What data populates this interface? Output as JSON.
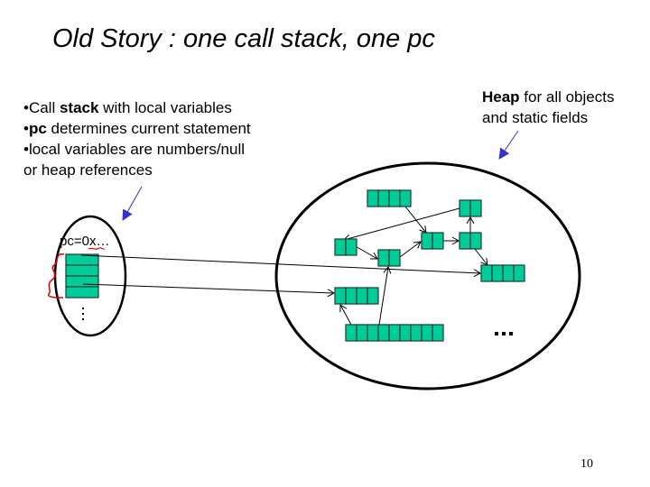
{
  "slide": {
    "title": "Old Story : one call stack, one pc",
    "page_number": "10"
  },
  "stack_notes": {
    "line1": {
      "bullet": "•",
      "pre": "Call ",
      "bold": "stack",
      "post": " with local variables"
    },
    "line2": {
      "bullet": "•",
      "pre": "",
      "bold": "pc",
      "post": " determines current statement"
    },
    "line3": {
      "bullet": "•",
      "pre": "local variables are numbers/null",
      "bold": "",
      "post": ""
    },
    "line4": {
      "bullet": "",
      "pre": "or heap references",
      "bold": "",
      "post": ""
    }
  },
  "heap_notes": {
    "line1_bold": "Heap",
    "line1_rest": " for all objects",
    "line2": "and static fields"
  },
  "call_stack": {
    "pc_label": "pc=0x…",
    "frame_count": 4,
    "more_indicator": "⋮"
  },
  "heap": {
    "more_indicator": "..."
  },
  "colors": {
    "object_fill": "#00cc99",
    "object_stroke": "#1a3d33",
    "annotation_arrow": "#3333cc",
    "squiggle": "#e00000",
    "outline": "#000000"
  }
}
